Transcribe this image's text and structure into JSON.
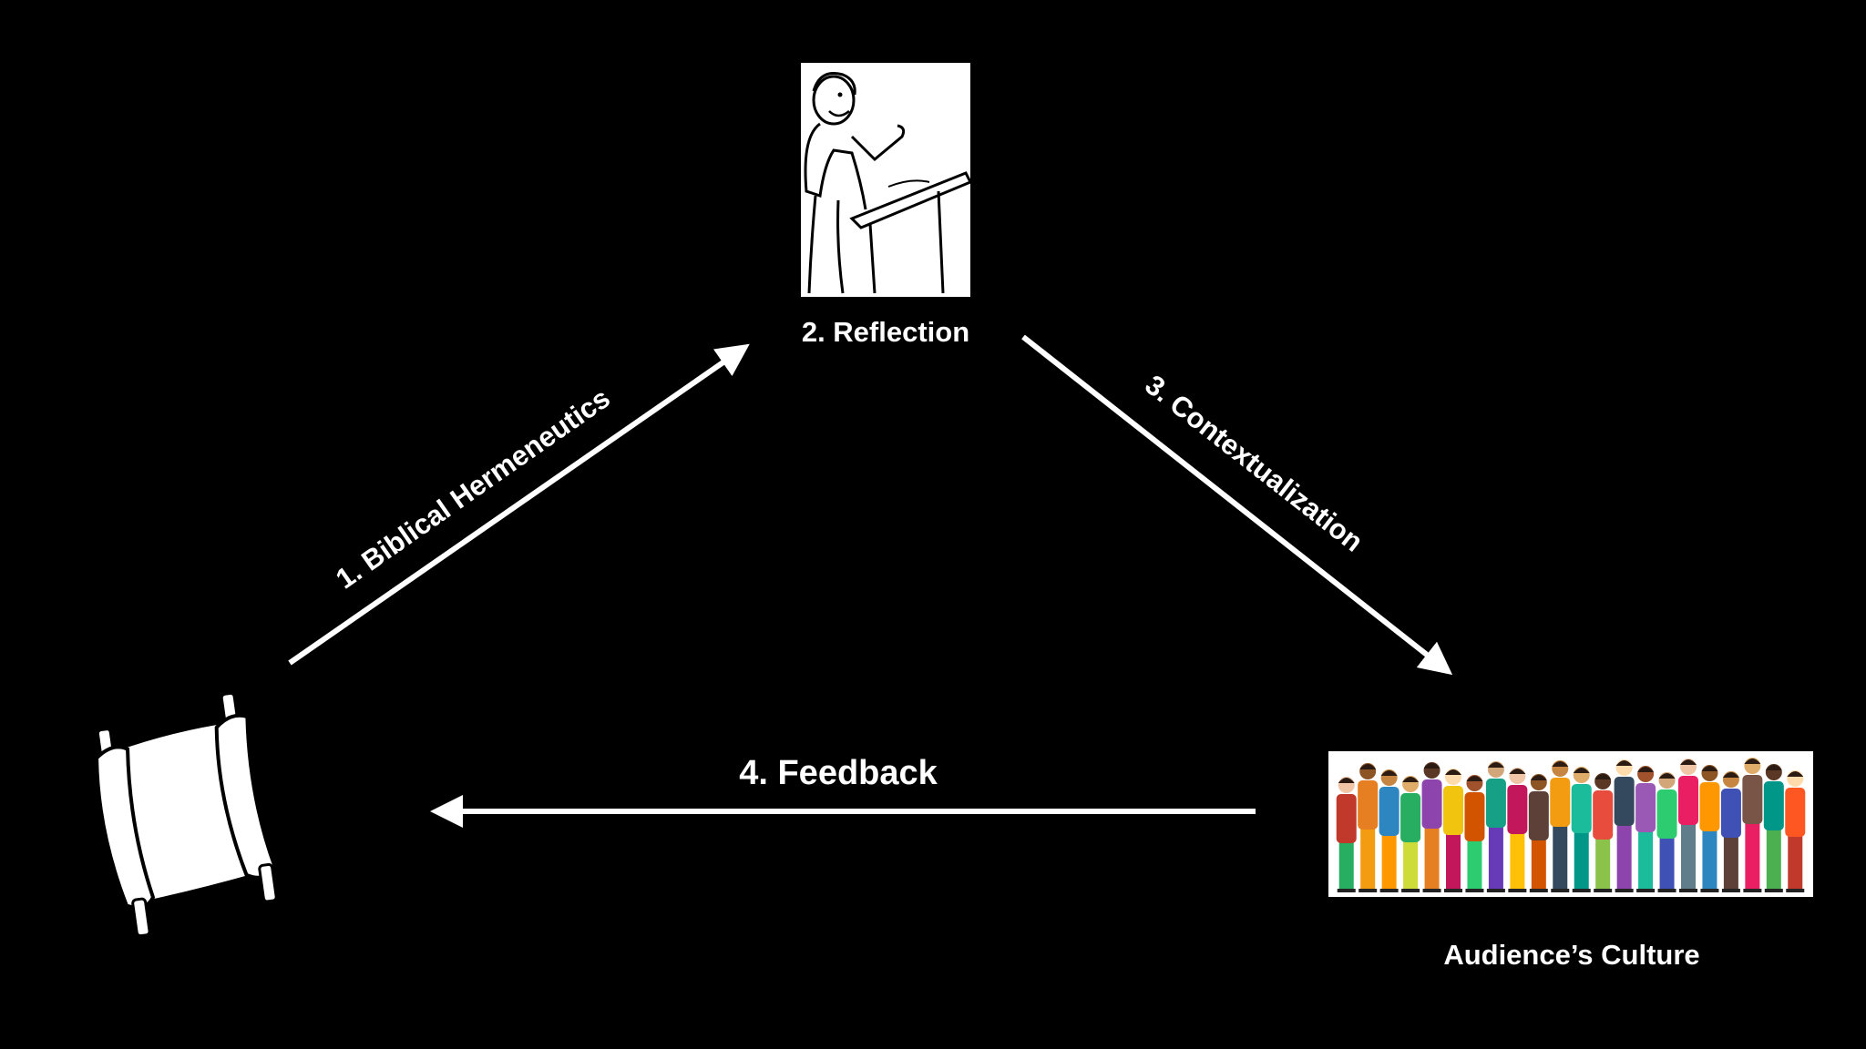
{
  "colors": {
    "background": "#000000",
    "foreground": "#ffffff"
  },
  "nodes": {
    "scripture": {
      "icon": "scroll-icon"
    },
    "preacher": {
      "icon": "preacher-at-pulpit-icon",
      "label": "2. Reflection"
    },
    "audience": {
      "icon": "diverse-crowd-icon",
      "label": "Audience’s Culture"
    }
  },
  "edges": {
    "hermeneutics": {
      "label": "1. Biblical Hermeneutics"
    },
    "contextualization": {
      "label": "3. Contextualization"
    },
    "feedback": {
      "label": "4. Feedback"
    }
  },
  "crowd_colors": [
    "#c0392b",
    "#e67e22",
    "#2e86c1",
    "#27ae60",
    "#8e44ad",
    "#f1c40f",
    "#d35400",
    "#16a085",
    "#c2185b",
    "#5d4037",
    "#f39c12",
    "#1abc9c",
    "#e74c3c",
    "#34495e",
    "#9b59b6",
    "#2ecc71",
    "#e91e63",
    "#ff9800",
    "#3f51b5",
    "#795548",
    "#009688",
    "#ff5722",
    "#673ab7",
    "#4caf50",
    "#cddc39",
    "#607d8b",
    "#f06292",
    "#8bc34a",
    "#00bcd4",
    "#ffc107"
  ],
  "skin_tones": [
    "#f1c6a7",
    "#8d5524",
    "#c68642",
    "#e0ac69",
    "#5a3825",
    "#ffdbac",
    "#a0522d",
    "#d2a679"
  ]
}
